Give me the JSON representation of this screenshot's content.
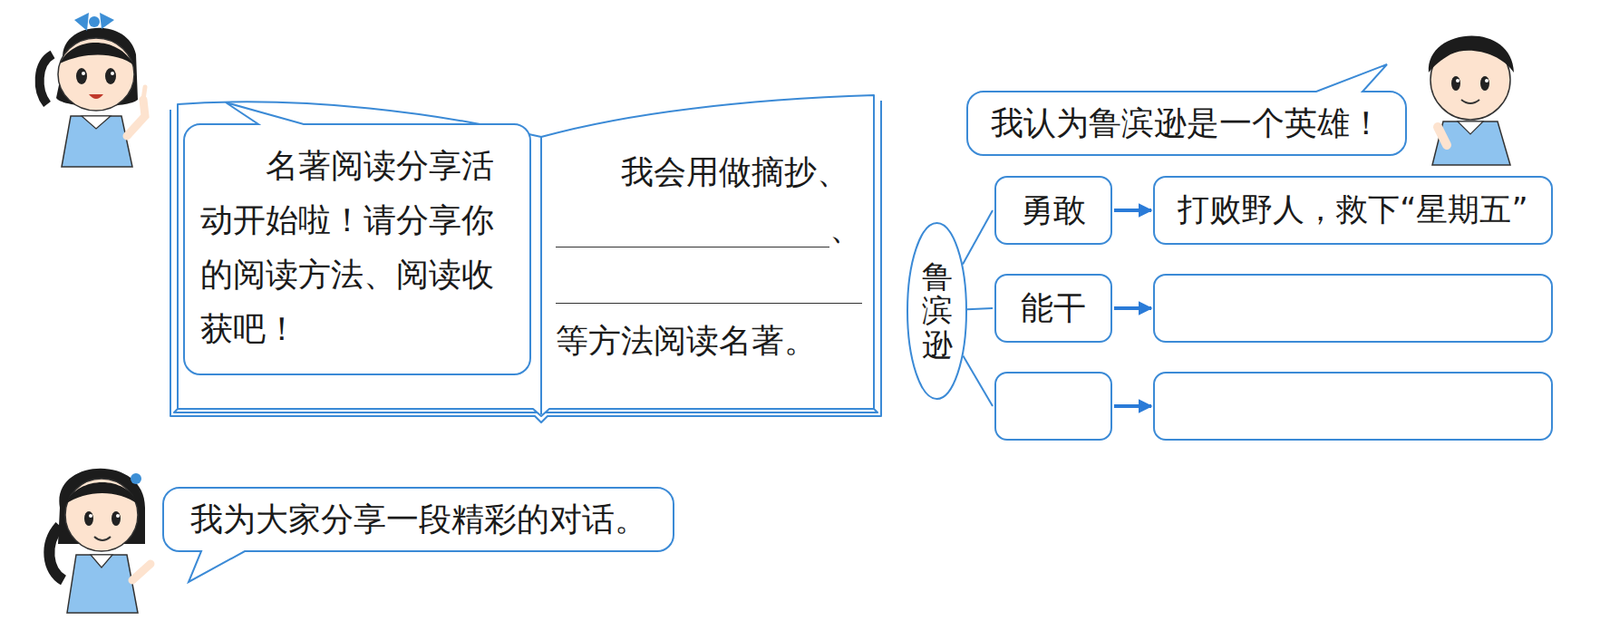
{
  "diagram": {
    "nodes": [
      {
        "text": [
          "我会用做摘抄、",
          "、",
          "等方法阅读名著。"
        ]
      },
      {
        "text": [
          "名著阅读分享活动开始啦！请分享你的阅读方法、阅读收获吧！"
        ],
        "in": 0
      },
      {
        "text": [
          "我认为鲁滨逊是一个英雄！"
        ]
      },
      {
        "text": [
          "鲁滨逊"
        ]
      },
      {
        "text": [
          "勇敢"
        ]
      },
      {
        "text": [
          "打败野人，救下“星期五”"
        ]
      },
      {
        "text": [
          "能干"
        ]
      },
      {
        "text": []
      },
      {
        "text": []
      },
      {
        "text": []
      },
      {
        "text": [
          "我为大家分享一段精彩的对话。"
        ]
      }
    ],
    "edges": [
      {
        "from": 3,
        "to": 4,
        "arrow": "none"
      },
      {
        "from": 4,
        "to": 5,
        "arrow": "to"
      },
      {
        "from": 3,
        "to": 6,
        "arrow": "none"
      },
      {
        "from": 6,
        "to": 7,
        "arrow": "to"
      },
      {
        "from": 3,
        "to": 8,
        "arrow": "none"
      },
      {
        "from": 8,
        "to": 9,
        "arrow": "to"
      }
    ]
  }
}
